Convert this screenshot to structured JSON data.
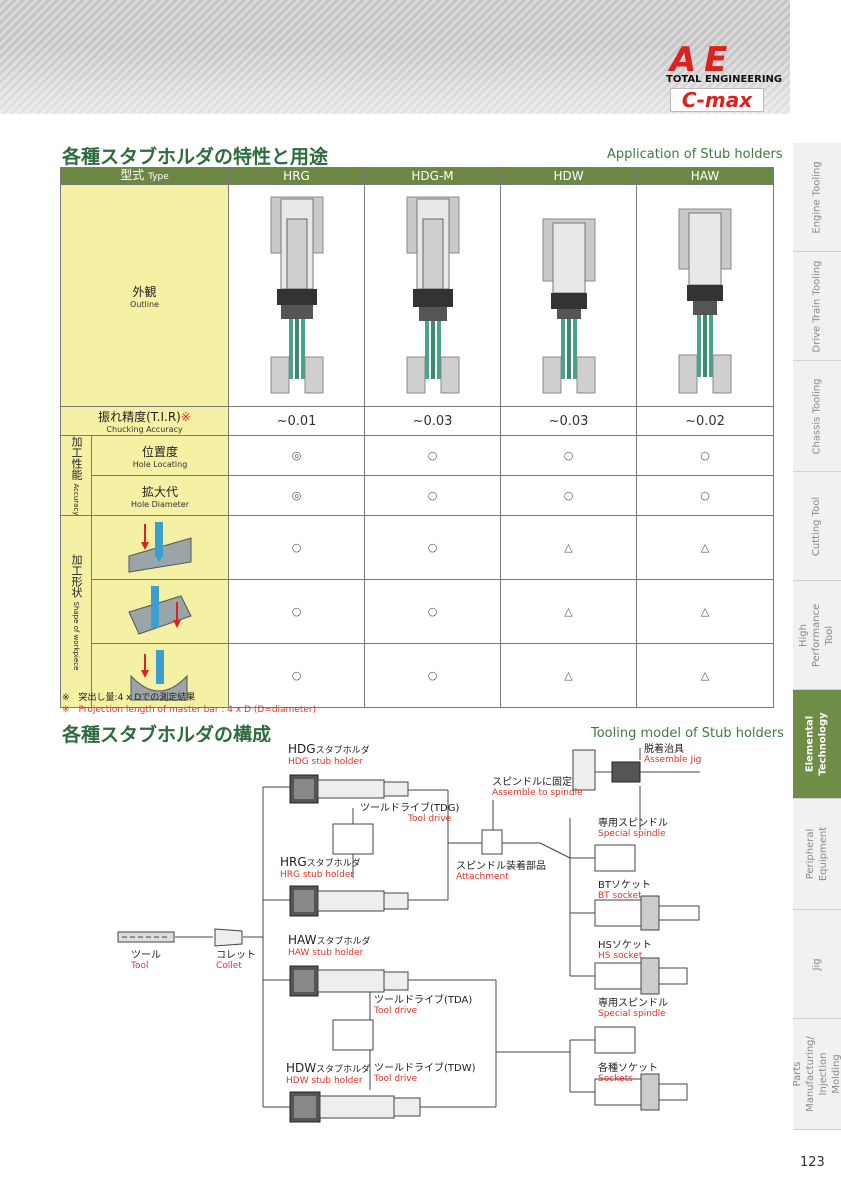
{
  "logo": {
    "mark": "A E",
    "total": "TOTAL ENGINEERING",
    "product": "C-max"
  },
  "sidebar": [
    {
      "label": "Engine Tooling"
    },
    {
      "label": "Drive Train Tooling"
    },
    {
      "label": "Chassis Tooling"
    },
    {
      "label": "Cutting Tool"
    },
    {
      "label": "High Performance Tool"
    },
    {
      "label": "Elemental Technology"
    },
    {
      "label": "Peripheral Equipment"
    },
    {
      "label": "Jig"
    },
    {
      "label": "Parts Manufacturing/ Injection Molding"
    }
  ],
  "section1": {
    "title": "各種スタブホルダの特性と用途",
    "title_en": "Application of Stub holders"
  },
  "table": {
    "type_jp": "型式",
    "type_en": "Type",
    "models": [
      "HRG",
      "HDG-M",
      "HDW",
      "HAW"
    ],
    "outline_jp": "外観",
    "outline_en": "Outline",
    "chucking_jp": "振れ精度(T.I.R)",
    "chucking_mark": "※",
    "chucking_en": "Chucking Accuracy",
    "chucking_values": [
      "~0.01",
      "~0.03",
      "~0.03",
      "~0.02"
    ],
    "accuracy_jp": "加工性能",
    "accuracy_en": "Accuracy",
    "hole_locating_jp": "位置度",
    "hole_locating_en": "Hole Locating",
    "hole_locating_values": [
      "◎",
      "○",
      "○",
      "○"
    ],
    "hole_diameter_jp": "拡大代",
    "hole_diameter_en": "Hole Diameter",
    "hole_diameter_values": [
      "◎",
      "○",
      "○",
      "○"
    ],
    "shape_jp": "加工形状",
    "shape_en": "Shape of workpiece",
    "shape_rows": [
      [
        "○",
        "○",
        "△",
        "△"
      ],
      [
        "○",
        "○",
        "△",
        "△"
      ],
      [
        "○",
        "○",
        "△",
        "△"
      ]
    ]
  },
  "notes": {
    "jp": "※　突出し量:4 x Dでの測定結果",
    "en": "※　Projection length of master bar : 4 x D (D=diameter)"
  },
  "section2": {
    "title": "各種スタブホルダの構成",
    "title_en": "Tooling model of Stub holders"
  },
  "diagram": {
    "hdg": {
      "jp": "HDG",
      "jp2": "スタブホルダ",
      "en": "HDG stub holder"
    },
    "hrg": {
      "jp": "HRG",
      "jp2": "スタブホルダ",
      "en": "HRG stub holder"
    },
    "haw": {
      "jp": "HAW",
      "jp2": "スタブホルダ",
      "en": "HAW stub holder"
    },
    "hdw": {
      "jp": "HDW",
      "jp2": "スタブホルダ",
      "en": "HDW stub holder"
    },
    "tool_drive_tdg": {
      "jp": "ツールドライブ(TDG)",
      "en": "Tool drive"
    },
    "tool_drive_tda": {
      "jp": "ツールドライブ(TDA)",
      "en": "Tool drive"
    },
    "tool_drive_tdw": {
      "jp": "ツールドライブ(TDW)",
      "en": "Tool drive"
    },
    "tool": {
      "jp": "ツール",
      "en": "Tool"
    },
    "collet": {
      "jp": "コレット",
      "en": "Collet"
    },
    "attachment": {
      "jp": "スピンドル装着部品",
      "en": "Attachment"
    },
    "assemble_spindle": {
      "jp": "スピンドルに固定",
      "en": "Assemble to spindle"
    },
    "assemble_jig": {
      "jp": "脱着治具",
      "en": "Assemble Jig"
    },
    "special_spindle1": {
      "jp": "専用スピンドル",
      "en": "Special spindle"
    },
    "bt_socket": {
      "jp": "BTソケット",
      "en": "BT socket"
    },
    "hs_socket": {
      "jp": "HSソケット",
      "en": "HS socket"
    },
    "special_spindle2": {
      "jp": "専用スピンドル",
      "en": "Special spindle"
    },
    "sockets": {
      "jp": "各種ソケット",
      "en": "Sockets"
    }
  },
  "page_number": "123",
  "colors": {
    "green": "#6b8743",
    "yellow": "#f4f0a4",
    "red": "#e2332a",
    "title_green": "#2e6b3e"
  }
}
